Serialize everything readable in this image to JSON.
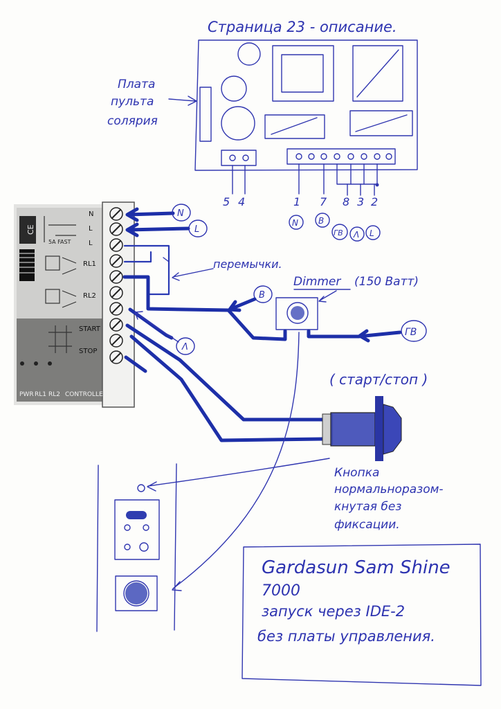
{
  "page_title": "Страница 23 - описание.",
  "board_label": [
    "Плата",
    "пульта",
    "солярия"
  ],
  "board_terminals_left": [
    "5",
    "4"
  ],
  "board_terminals_right": [
    "1",
    "7",
    "8",
    "3",
    "2"
  ],
  "board_terminal_circles": [
    "N",
    "B",
    "ГВ",
    "Λ",
    "L"
  ],
  "controller": {
    "right_labels": [
      "N",
      "L",
      "L",
      "RL1",
      "RL2",
      "START",
      "STOP"
    ],
    "fuse_label": "5A FAST",
    "bottom_labels": [
      "PWR",
      "RL1",
      "RL2",
      "CONTROLLER"
    ],
    "ce_mark": "CE"
  },
  "arrow_labels": {
    "n": "N",
    "l": "L",
    "b": "B",
    "lambda": "Λ",
    "gv": "ГВ"
  },
  "jumpers_label": "перемычки.",
  "dimmer_label": "Dimmer",
  "dimmer_power": "(150 Ватт)",
  "start_stop_label": "( старт/стоп )",
  "button_desc": [
    "Кнопка",
    "нормальноразом-",
    "кнутая без",
    "фиксации."
  ],
  "note": {
    "line1": "Gardasun Sam Shine",
    "line2": "7000",
    "line3": "запуск через IDE-2",
    "line4": "без платы управления."
  }
}
